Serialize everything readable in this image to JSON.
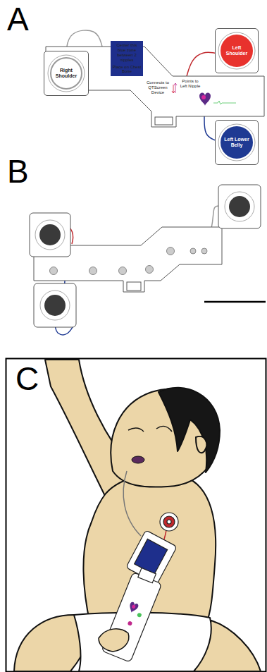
{
  "diagram": {
    "nodes": [
      {
        "text": [
          "Right Shoulder"
        ]
      },
      {
        "text": [
          "Connects to QTScreen Device",
          "Points to Left Nipple"
        ]
      },
      {
        "text": [
          "Center this blue zone between 2 nipples",
          "Place on Chest Bone"
        ],
        "in": 1
      },
      {
        "text": [
          "Left Shoulder"
        ]
      },
      {
        "text": [
          "Left Lower Belly"
        ]
      }
    ],
    "edges": [
      {
        "from": 0,
        "to": 1,
        "arrow": "none"
      },
      {
        "from": 1,
        "to": 3,
        "arrow": "none"
      },
      {
        "from": 1,
        "to": 4,
        "arrow": "none"
      }
    ],
    "labels": [
      "A",
      "B",
      "C"
    ]
  }
}
